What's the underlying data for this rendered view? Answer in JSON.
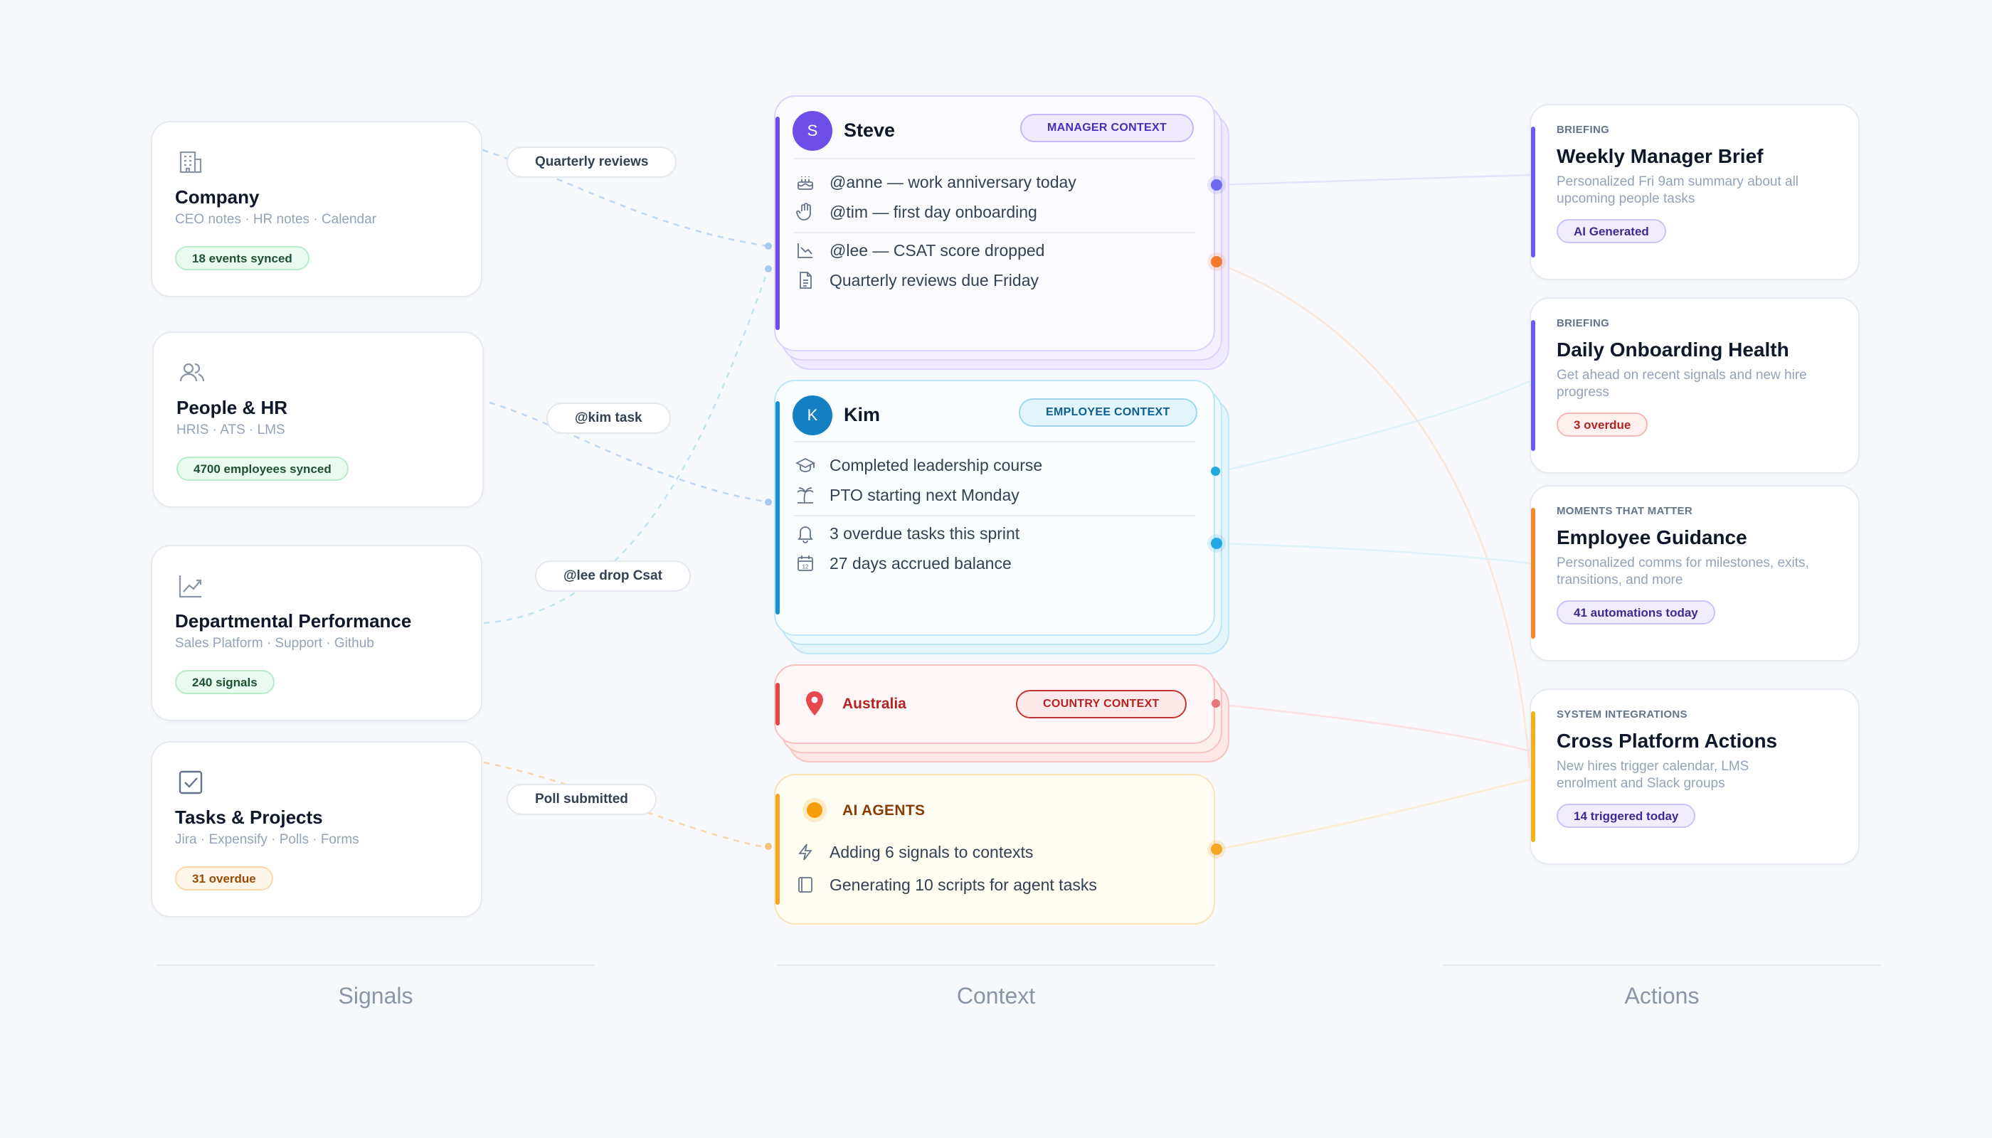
{
  "signals": [
    {
      "title": "Company",
      "sub": "CEO notes · HR notes · Calendar",
      "badge": "18 events synced",
      "icon": "building-icon"
    },
    {
      "title": "People & HR",
      "sub": "HRIS · ATS · LMS",
      "badge": "4700 employees synced",
      "icon": "people-icon"
    },
    {
      "title": "Departmental Performance",
      "sub": "Sales Platform · Support · Github",
      "badge": "240 signals",
      "icon": "trend-chart-icon"
    },
    {
      "title": "Tasks & Projects",
      "sub": "Jira · Expensify · Polls · Forms",
      "badge": "31 overdue",
      "icon": "checkbox-icon"
    }
  ],
  "pills": {
    "quarterly_reviews": "Quarterly reviews",
    "kim_task": "@kim task",
    "lee_drop": "@lee drop Csat",
    "poll_submitted": "Poll submitted"
  },
  "contexts": {
    "steve": {
      "initial": "S",
      "name": "Steve",
      "tag": "MANAGER CONTEXT",
      "rows": [
        {
          "icon": "cake-icon",
          "text": "@anne — work anniversary today"
        },
        {
          "icon": "wave-hand-icon",
          "text": "@tim — first day onboarding"
        },
        {
          "icon": "chart-down-icon",
          "text": "@lee — CSAT score dropped"
        },
        {
          "icon": "document-icon",
          "text": "Quarterly reviews due Friday"
        }
      ]
    },
    "kim": {
      "initial": "K",
      "name": "Kim",
      "tag": "EMPLOYEE CONTEXT",
      "rows": [
        {
          "icon": "graduation-cap-icon",
          "text": "Completed leadership course"
        },
        {
          "icon": "palm-tree-icon",
          "text": "PTO starting next Monday"
        },
        {
          "icon": "bell-icon",
          "text": "3 overdue tasks this sprint"
        },
        {
          "icon": "calendar-icon",
          "text": "27 days accrued balance",
          "icon_text": "12"
        }
      ]
    },
    "country": {
      "name": "Australia",
      "tag": "COUNTRY CONTEXT",
      "icon": "location-pin-icon"
    },
    "agents": {
      "name": "AI AGENTS",
      "rows": [
        {
          "icon": "lightning-icon",
          "text": "Adding 6 signals to contexts"
        },
        {
          "icon": "script-icon",
          "text": "Generating 10 scripts for agent tasks"
        }
      ]
    }
  },
  "actions": [
    {
      "eyebrow": "BRIEFING",
      "title": "Weekly Manager Brief",
      "desc": "Personalized Fri 9am summary about all upcoming people tasks",
      "badge": "AI Generated"
    },
    {
      "eyebrow": "BRIEFING",
      "title": "Daily Onboarding Health",
      "desc": "Get ahead on recent signals and new hire progress",
      "badge": "3 overdue"
    },
    {
      "eyebrow": "MOMENTS THAT MATTER",
      "title": "Employee Guidance",
      "desc": "Personalized comms for milestones, exits, transitions, and more",
      "badge": "41 automations today"
    },
    {
      "eyebrow": "SYSTEM INTEGRATIONS",
      "title": "Cross Platform Actions",
      "desc": "New hires trigger calendar, LMS enrolment and Slack groups",
      "badge": "14 triggered today"
    }
  ],
  "columns": {
    "signals": "Signals",
    "context": "Context",
    "actions": "Actions"
  },
  "colors": {
    "manager": "#6d4ee8",
    "employee": "#1a8fd1",
    "country": "#e04848",
    "agents": "#f5a524",
    "briefing": "#6b5ce7",
    "moments": "#f08a2c",
    "integrations": "#f2b01e"
  }
}
